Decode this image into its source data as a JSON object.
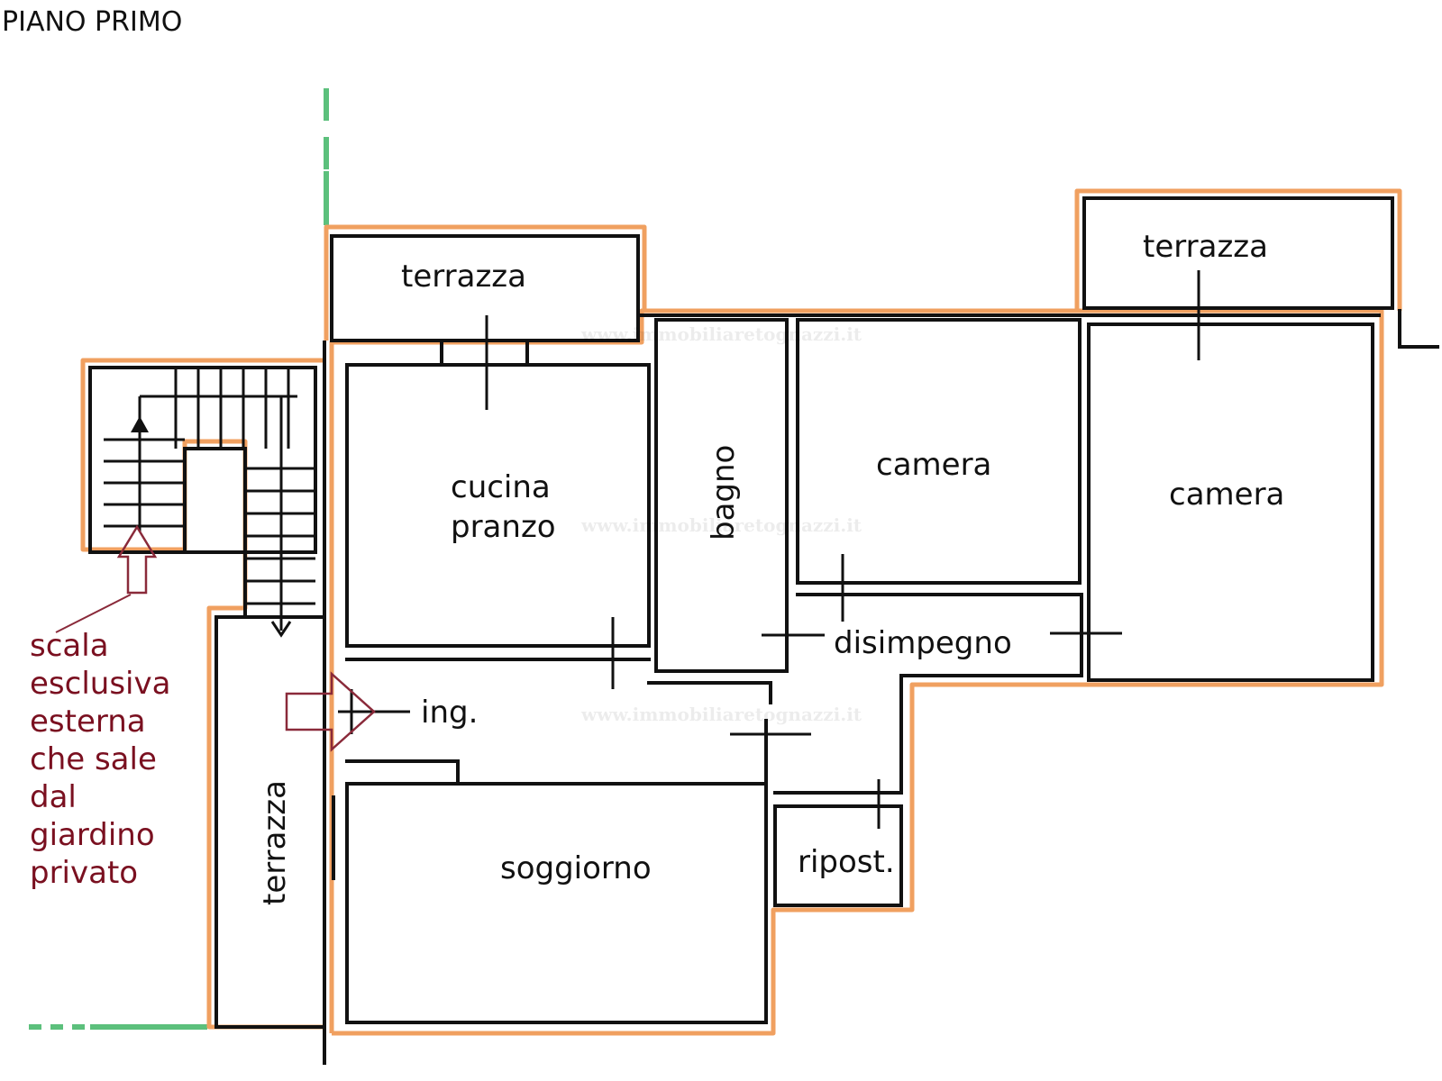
{
  "title": "PIANO PRIMO",
  "rooms": {
    "terrazza_front": "terrazza",
    "terrazza_right": "terrazza",
    "terrazza_left": "terrazza",
    "cucina_line1": "cucina",
    "cucina_line2": "pranzo",
    "bagno": "bagno",
    "camera1": "camera",
    "camera2": "camera",
    "disimpegno": "disimpegno",
    "ingresso": "ing.",
    "soggiorno": "soggiorno",
    "ripostiglio": "ripost."
  },
  "note_lines": [
    "scala",
    "esclusiva",
    "esterna",
    "che sale",
    "dal",
    "giardino",
    "privato"
  ],
  "watermark": "www.immobiliaretognazzi.it",
  "colors": {
    "outline": "#f0a060",
    "boundary": "#5cc07c",
    "note": "#7a1020",
    "arrow": "#8a2a3a",
    "wall": "#111111"
  }
}
